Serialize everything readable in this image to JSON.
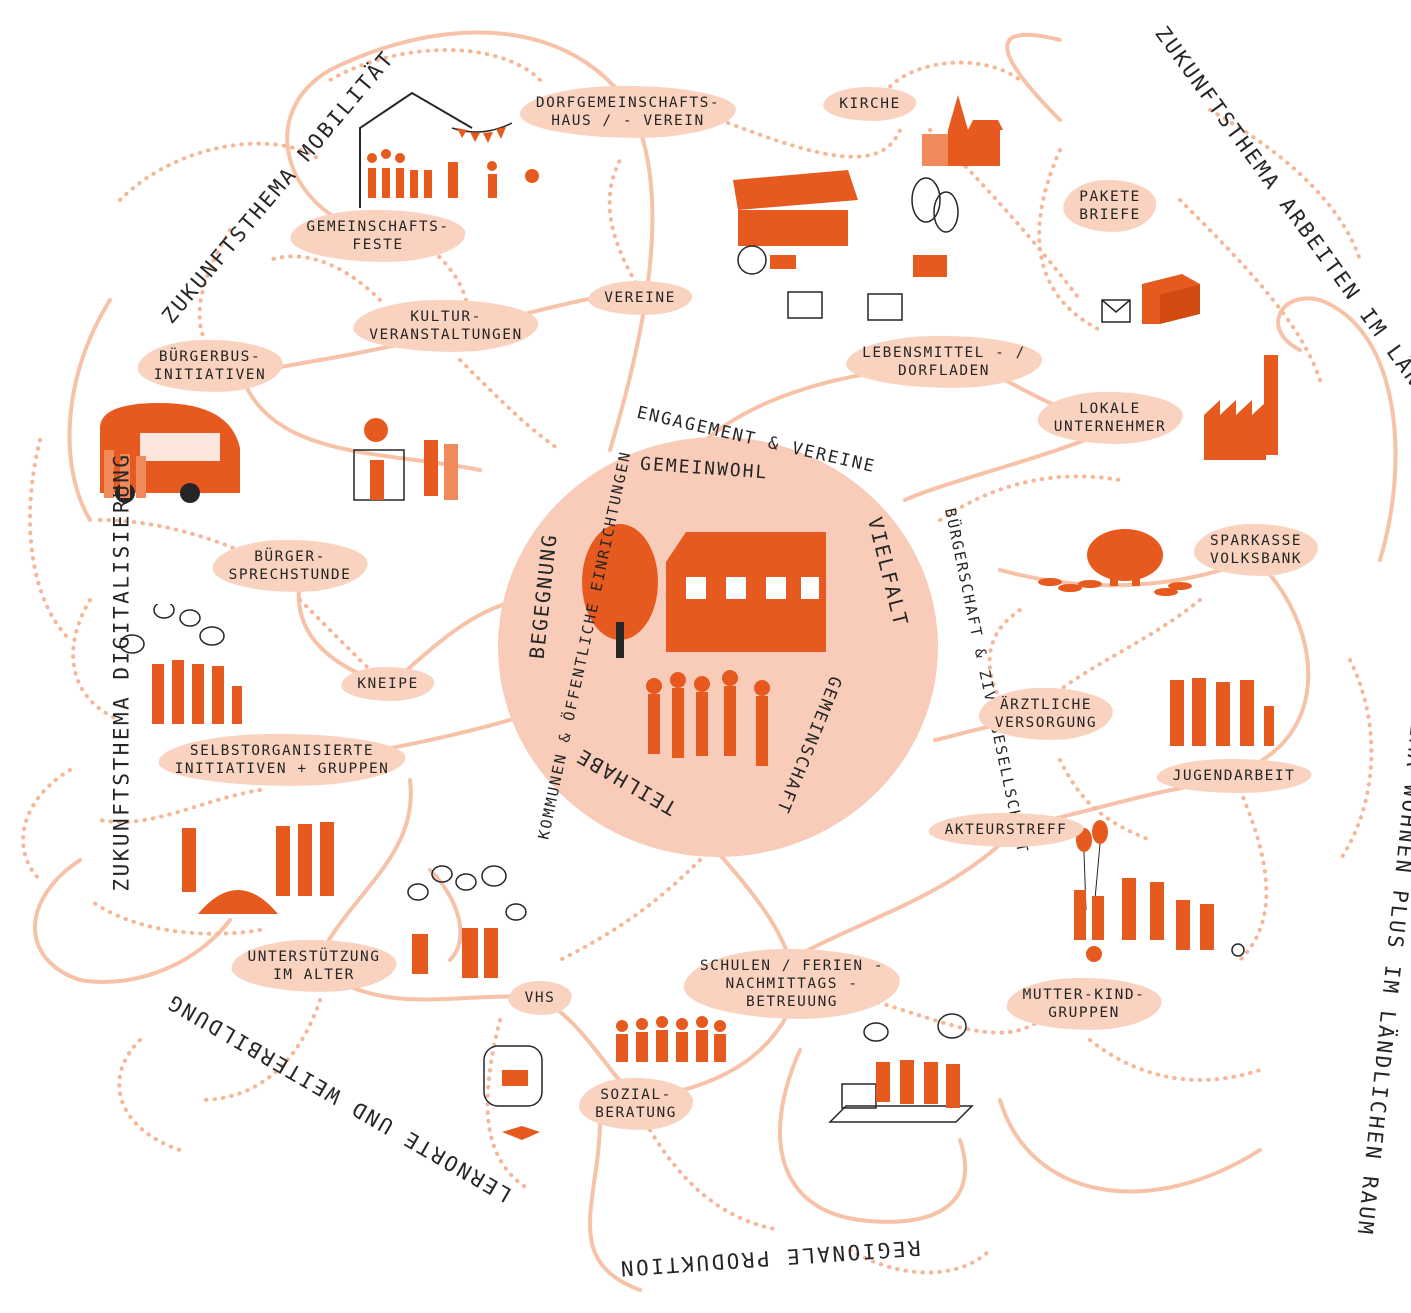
{
  "colors": {
    "accent": "#e65a1f",
    "blob": "#f9d3c0",
    "center": "#f8ccb8",
    "connector": "#f6c2a8",
    "dotted": "#f4b898",
    "ink": "#262626"
  },
  "center": {
    "top": "GEMEINWOHL",
    "left": "BEGEGNUNG",
    "right": "VIELFALT",
    "bottom": "TEILHABE",
    "lower_right": "GEMEINSCHAFT"
  },
  "ring": {
    "top": "ENGAGEMENT & VEREINE",
    "left": "KOMMUNEN & ÖFFENTLICHE EINRICHTUNGEN",
    "right": "BÜRGERSCHAFT & ZIVILGESELLSCHAFT"
  },
  "themes": {
    "mobilitaet": "ZUKUNFTSTHEMA MOBILITÄT",
    "digitalisierung": "ZUKUNFTSTHEMA DIGITALISIERUNG",
    "arbeiten": "ZUKUNFTSTHEMA ARBEITEN IM LÄNDLICHEN RAUM",
    "wohnen": "ZUKUNFTSTHEMA WOHNEN PLUS IM LÄNDLICHEN RAUM",
    "lernorte": "LERNORTE UND WEITERBILDUNG",
    "regionale": "REGIONALE PRODUKTION"
  },
  "nodes": {
    "dorfgemeinschaftshaus": "DORFGEMEINSCHAFTS-\nHAUS / - VEREIN",
    "kirche": "KIRCHE",
    "gemeinschaftsfeste": "GEMEINSCHAFTS-\nFESTE",
    "vereine": "VEREINE",
    "kulturveranstaltungen": "KULTUR-\nVERANSTALTUNGEN",
    "buergerbus": "BÜRGERBUS-\nINITIATIVEN",
    "pakete": "PAKETE\nBRIEFE",
    "lebensmittel": "LEBENSMITTEL - /\nDORFLADEN",
    "lokale_unternehmer": "LOKALE\nUNTERNEHMER",
    "sparkasse": "SPARKASSE\nVOLKSBANK",
    "buergersprechstunde": "BÜRGER-\nSPRECHSTUNDE",
    "kneipe": "KNEIPE",
    "selbstorganisierte": "SELBSTORGANISIERTE\nINITIATIVEN + GRUPPEN",
    "aerztliche": "ÄRZTLICHE\nVERSORGUNG",
    "jugendarbeit": "JUGENDARBEIT",
    "akteurstreff": "AKTEURSTREFF",
    "unterstuetzung": "UNTERSTÜTZUNG\nIM ALTER",
    "vhs": "VHS",
    "schulen": "SCHULEN / FERIEN -\nNACHMITTAGS -\nBETREUUNG",
    "mutter_kind": "MUTTER-KIND-\nGRUPPEN",
    "sozialberatung": "SOZIAL-\nBERATUNG"
  },
  "illustrations": [
    "dorfhaus-fest-icon",
    "kirche-icon",
    "dorfladen-markt-icon",
    "paket-brief-icon",
    "fabrik-icon",
    "buergerbus-icon",
    "musik-icon",
    "sparschwein-icon",
    "gemeinschaftshaus-icon",
    "menschengruppe-icon",
    "protest-gruppe-icon",
    "familie-icon",
    "garten-arbeit-icon",
    "senioren-gespraech-icon",
    "familien-spaziergang-icon",
    "lesen-icon",
    "kinder-icon",
    "schulung-icon"
  ]
}
